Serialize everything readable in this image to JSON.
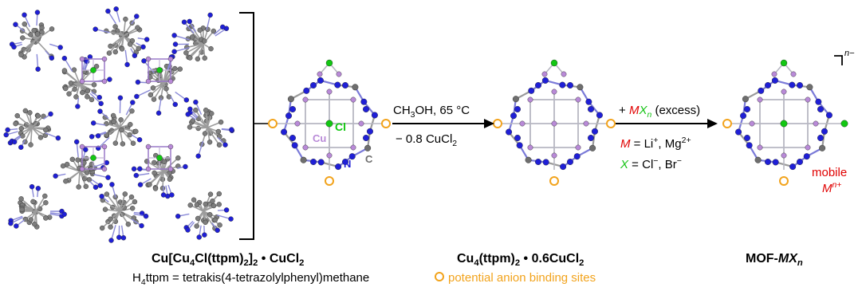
{
  "colors": {
    "N": "#1f1fd6",
    "C": "#6e6e6e",
    "Cu": "#b98ad8",
    "Cl": "#12c712",
    "site": "#f2a31c",
    "red": "#e00000",
    "green": "#19c419"
  },
  "icons": [
    "framework-lattice-image",
    "cluster-structure-image",
    "reaction-arrow-icon",
    "anion-site-marker-icon"
  ],
  "atom_labels": {
    "cu": "Cu",
    "cl": "Cl",
    "n": "N",
    "c": "C"
  },
  "step1": {
    "reagent": "CH3OH, 65 °C",
    "byproduct": "− 0.8 CuCl2"
  },
  "step2": {
    "reagent": "+ MXn (excess)",
    "m_def": "M = Li+, Mg2+",
    "x_def": "X = Cl−, Br−"
  },
  "charge_label": "n−",
  "mobile": {
    "word": "mobile",
    "ion": "Mn+"
  },
  "captions": {
    "left": "Cu[Cu4Cl(ttpm)2]2 • CuCl2",
    "middle": "Cu4(ttpm)2 • 0.6CuCl2",
    "right": "MOF-MXn",
    "ligand": "H4ttpm = tetrakis(4-tetrazolylphenyl)methane",
    "legend": "potential anion binding sites"
  }
}
